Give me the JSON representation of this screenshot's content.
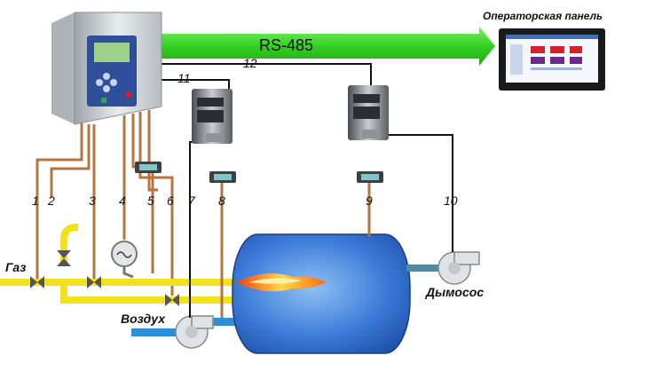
{
  "title": "Операторская панель",
  "bus": "RS-485",
  "labels": {
    "gas": "Газ",
    "air": "Воздух",
    "exhaust": "Дымосос"
  },
  "line_numbers": [
    "1",
    "2",
    "3",
    "4",
    "5",
    "6",
    "7",
    "8",
    "9",
    "10",
    "11",
    "12"
  ],
  "colors": {
    "bus_arrow": "#3fdb2f",
    "gas_pipe": "#f2e21b",
    "air_pipe": "#2d8fd6",
    "cable_copper": "#b8743c",
    "tank": "#2f6dd0",
    "flame": "#ff7a1a"
  }
}
